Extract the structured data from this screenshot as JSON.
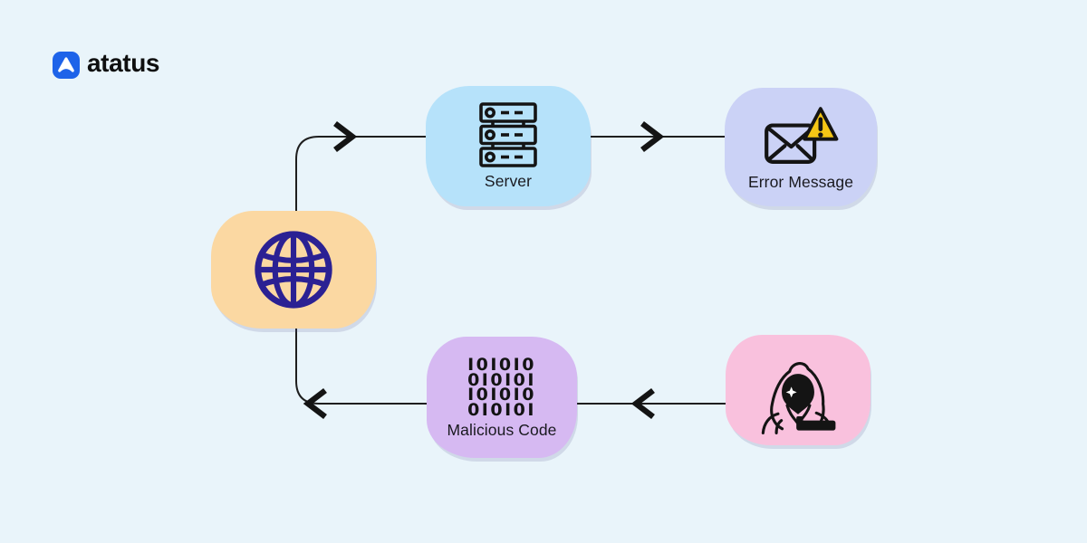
{
  "page": {
    "background_color": "#E9F4FA"
  },
  "brand": {
    "wordmark": "atatus",
    "logo_icon": "atatus-triangle-icon",
    "logo_color": "#1E63E9"
  },
  "diagram": {
    "connector_color": "#1E1E1E",
    "nodes": {
      "internet": {
        "icon": "globe-icon",
        "label": "",
        "fill": "#FBD8A2",
        "icon_color": "#2B2193"
      },
      "server": {
        "icon": "server-rack-icon",
        "label": "Server",
        "fill": "#B6E2FA",
        "icon_color": "#141414"
      },
      "error_message": {
        "icon": "mail-alert-icon",
        "label": "Error Message",
        "fill": "#CBD2F6",
        "icon_color": "#141414",
        "warning_color": "#F5C615"
      },
      "malicious_code": {
        "icon": "binary-code-text",
        "label": "Malicious Code",
        "fill": "#D6B9F2",
        "binary_lines": [
          "101010",
          "010101",
          "101010",
          "010101"
        ]
      },
      "hacker": {
        "icon": "hacker-icon",
        "label": "",
        "fill": "#F9C1DD",
        "icon_color": "#141414"
      }
    },
    "flow": [
      {
        "from": "internet",
        "to": "server"
      },
      {
        "from": "server",
        "to": "error_message"
      },
      {
        "from": "hacker",
        "to": "malicious_code"
      },
      {
        "from": "malicious_code",
        "to": "internet"
      }
    ]
  }
}
